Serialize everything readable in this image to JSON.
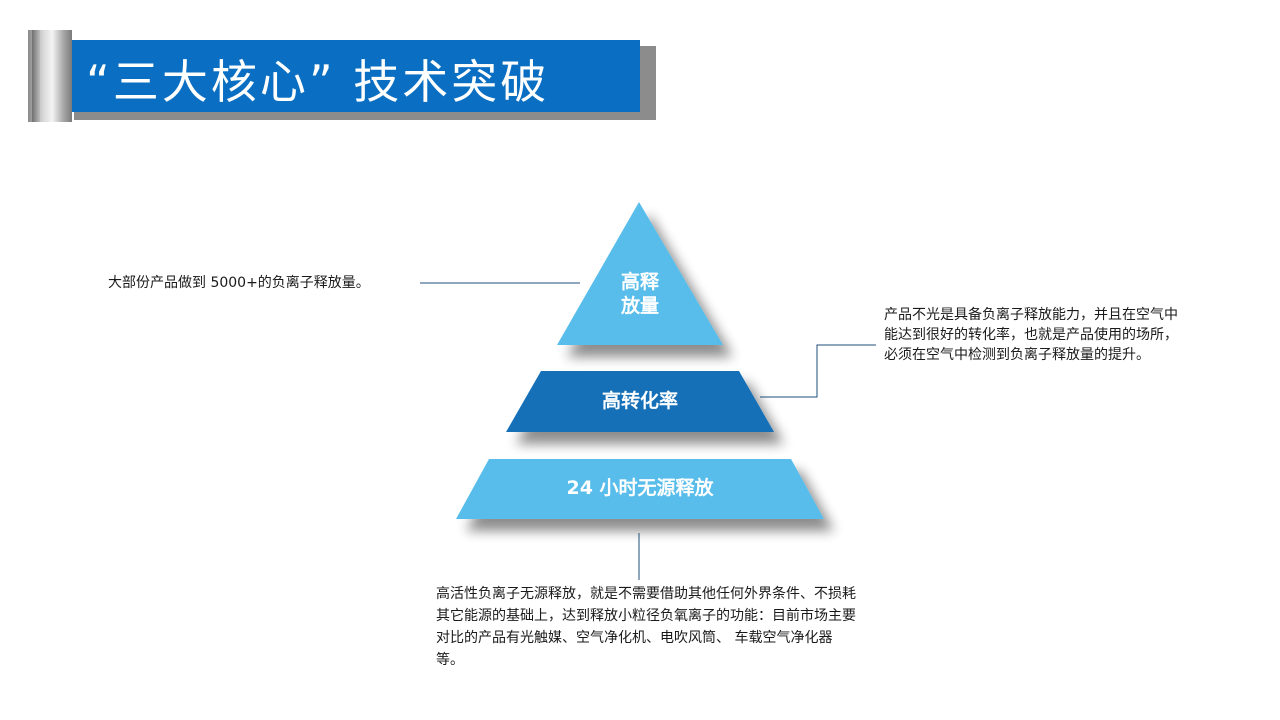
{
  "title": {
    "text": "“三大核心” 技术突破"
  },
  "pyramid": {
    "tier1": {
      "line1": "高释",
      "line2": "放量",
      "color": "#58bdea"
    },
    "tier2": {
      "label": "高转化率",
      "color": "#1470b8"
    },
    "tier3": {
      "label": "24 小时无源释放",
      "color": "#58bdea"
    }
  },
  "annotations": {
    "left": "大部份产品做到 5000+的负离子释放量。",
    "right": "产品不光是具备负离子释放能力，并且在空气中能达到很好的转化率，也就是产品使用的场所，必须在空气中检测到负离子释放量的提升。",
    "bottom": "高活性负离子无源释放，就是不需要借助其他任何外界条件、不损耗其它能源的基础上，达到释放小粒径负氧离子的功能：目前市场主要对比的产品有光触媒、空气净化机、电吹风筒、 车载空气净化器等。"
  },
  "colors": {
    "title_bar": "#0a6fc2",
    "connector_line": "#1f4f7a"
  }
}
